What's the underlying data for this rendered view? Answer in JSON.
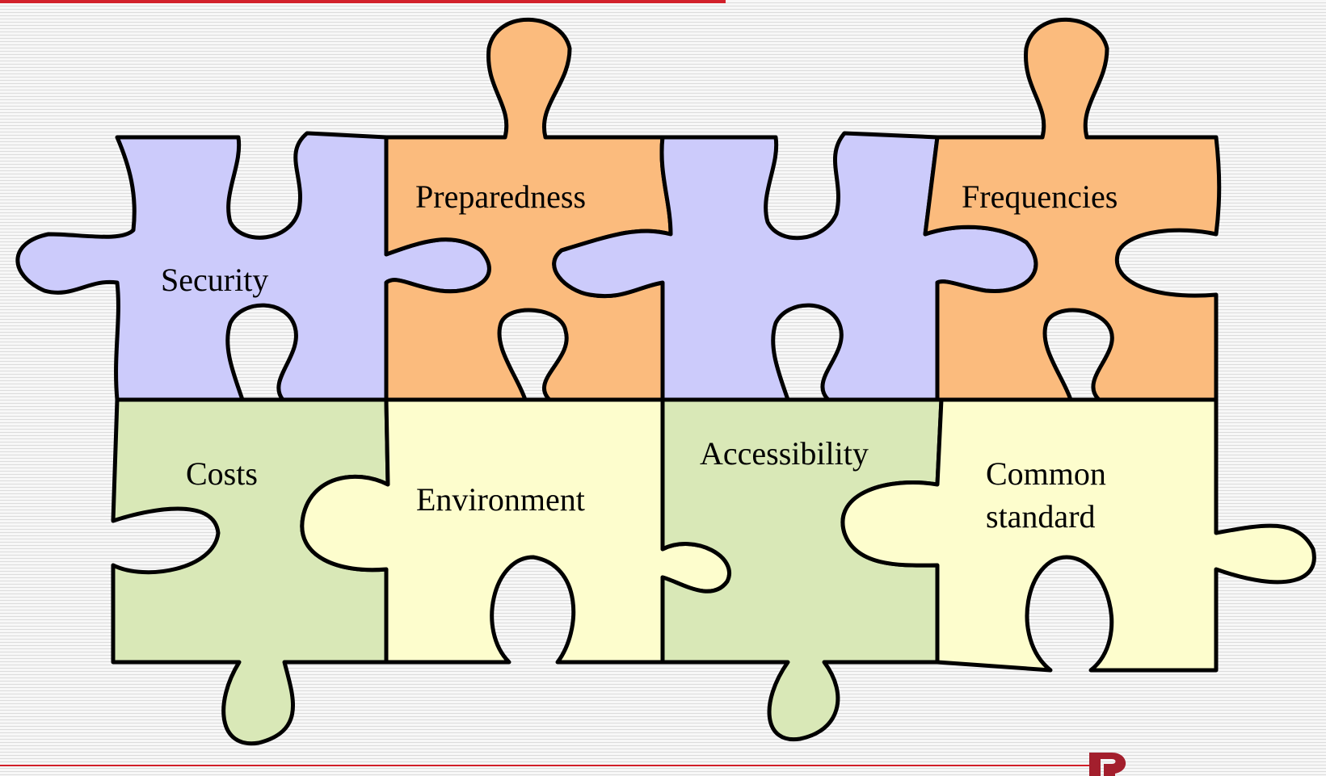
{
  "colors": {
    "blue": "#cccbfb",
    "orange": "#fbbb7d",
    "green": "#d9e8b7",
    "yellow": "#fdfdcd",
    "accent_red": "#d2202a"
  },
  "pieces": {
    "security": "Security",
    "preparedness": "Preparedness",
    "frequencies": "Frequencies",
    "costs": "Costs",
    "environment": "Environment",
    "accessibility": "Accessibility",
    "common_standard": [
      "Common",
      "standard"
    ]
  },
  "logo": {
    "icon": "logo-mark-icon"
  }
}
